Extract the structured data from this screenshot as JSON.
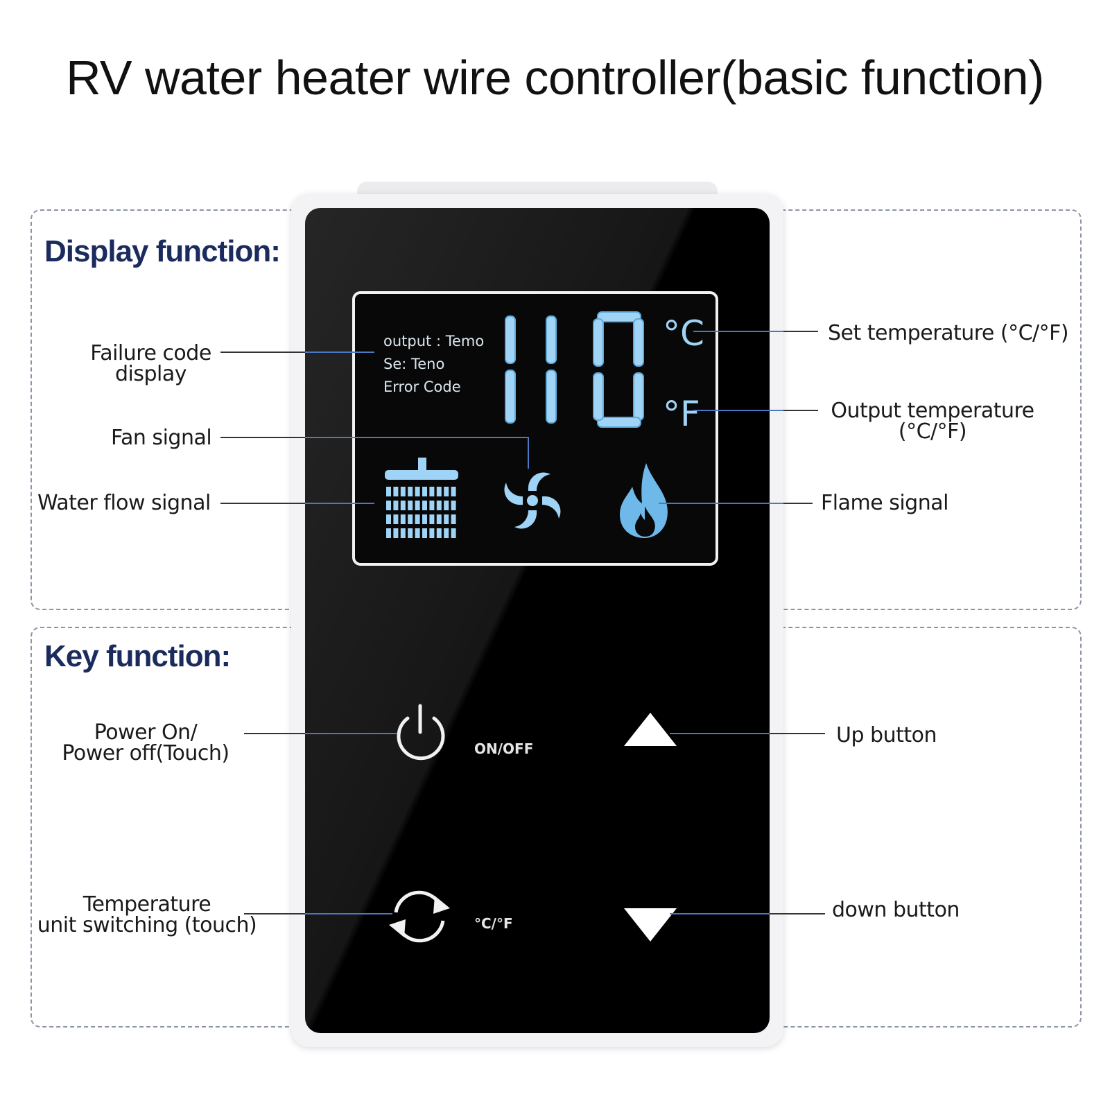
{
  "title": "RV water heater wire controller(basic function)",
  "display_section": {
    "heading": "Display function:",
    "callouts": {
      "failure_code_line1": "Failure code",
      "failure_code_line2": "display",
      "fan_signal": "Fan signal",
      "water_flow_signal": "Water flow signal",
      "set_temperature": "Set temperature (°C/°F)",
      "output_temperature_line1": "Output temperature",
      "output_temperature_line2": "(°C/°F)",
      "flame_signal": "Flame signal"
    }
  },
  "key_section": {
    "heading": "Key function:",
    "callouts": {
      "power_line1": "Power On/",
      "power_line2": "Power off(Touch)",
      "up_button": "Up button",
      "temp_unit_line1": "Temperature",
      "temp_unit_line2": "unit switching (touch)",
      "down_button": "down button"
    }
  },
  "lcd": {
    "line_output": "output : Temo",
    "line_set": "Se: Teno",
    "line_error": "Error Code",
    "digits": "110",
    "celsius": "°C",
    "fahrenheit": "°F"
  },
  "keys": {
    "onoff_label": "ON/OFF",
    "unit_label": "°C/°F"
  },
  "colors": {
    "heading": "#1b2b5e",
    "lcd_blue": "#9fd4f6",
    "line_dark": "#333333",
    "line_blue": "#4a78c4"
  },
  "icons": [
    "power-icon",
    "refresh-icon",
    "up-arrow-icon",
    "down-arrow-icon",
    "shower-icon",
    "fan-icon",
    "flame-icon"
  ]
}
